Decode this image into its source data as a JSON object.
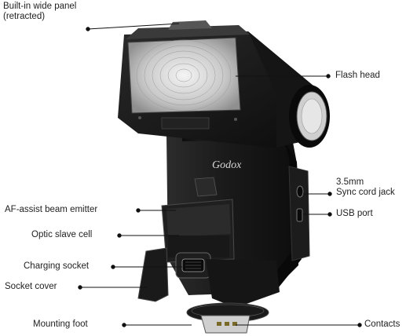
{
  "diagram": {
    "brand_logo": "Godox",
    "labels": {
      "wide_panel_line1": "Built-in wide panel",
      "wide_panel_line2": "(retracted)",
      "flash_head": "Flash head",
      "sync_jack_line1": "3.5mm",
      "sync_jack_line2": "Sync cord jack",
      "usb_port": "USB port",
      "af_assist": "AF-assist beam emitter",
      "optic_slave": "Optic slave cell",
      "charging_socket": "Charging socket",
      "socket_cover": "Socket cover",
      "mounting_foot": "Mounting foot",
      "contacts": "Contacts"
    }
  }
}
